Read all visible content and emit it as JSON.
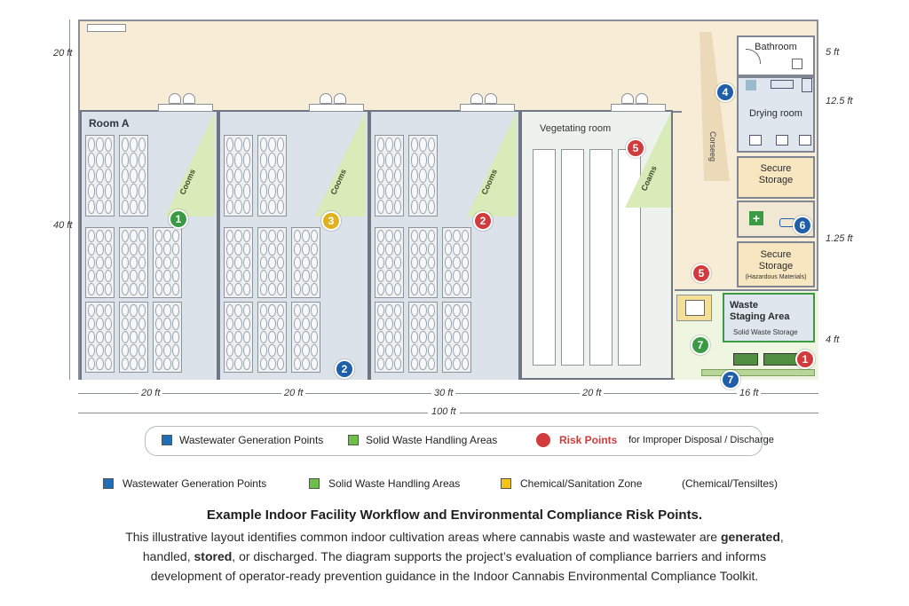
{
  "rooms": {
    "room_a": "Room A",
    "vegetating": "Vegetating room",
    "drying": "Drying room",
    "bathroom": "Bathroom",
    "secure_storage": "Secure\nStorage",
    "secure_storage_2": "Secure\nStorage",
    "hazardous_materials": "(Hazardous Materials)",
    "waste_staging": "Waste\nStaging Area",
    "solid_waste_storage": "Solid Waste Storage",
    "corridor_label": "Corseeg"
  },
  "tri_labels": [
    "Cooms",
    "Cooms",
    "Cooms",
    "Coams"
  ],
  "markers": [
    {
      "n": "1",
      "color": "#3b9b45"
    },
    {
      "n": "3",
      "color": "#e0b21e"
    },
    {
      "n": "2",
      "color": "#d13b3b"
    },
    {
      "n": "5",
      "color": "#d13b3b"
    },
    {
      "n": "2",
      "color": "#1f5ea8"
    },
    {
      "n": "4",
      "color": "#1f5ea8"
    },
    {
      "n": "6",
      "color": "#1f5ea8"
    },
    {
      "n": "5",
      "color": "#d13b3b"
    },
    {
      "n": "7",
      "color": "#3b9b45"
    },
    {
      "n": "1",
      "color": "#d13b3b"
    },
    {
      "n": "7",
      "color": "#1f5ea8"
    }
  ],
  "dimensions": {
    "left": [
      "20 ft",
      "40 ft"
    ],
    "right": [
      "5 ft",
      "12.5 ft",
      "1.25 ft",
      "4 ft"
    ],
    "bottom": [
      "20 ft",
      "20 ft",
      "30 ft",
      "20 ft",
      "16 ft"
    ],
    "total": "100 ft"
  },
  "legend_1": {
    "wastewater": "Wastewater Generation Points",
    "solid": "Solid Waste Handling Areas",
    "risk_bold": "Risk  Points",
    "risk_rest": "for Improper Disposal / Discharge"
  },
  "legend_2": {
    "wastewater": "Wastewater Generation Points",
    "solid": "Solid Waste Handling Areas",
    "chemical": "Chemical/Sanitation Zone",
    "chemical_rest": "(Chemical/Tensiltes)"
  },
  "colors": {
    "blue": "#1f6fb8",
    "green": "#6cc04a",
    "red": "#d13b3b",
    "yellow": "#f2c417"
  },
  "caption": {
    "title": "Example Indoor Facility Workflow and Environmental Compliance Risk Points.",
    "line1_a": "This illustrative layout identifies common indoor cultivation areas where cannabis waste and wastewater are ",
    "line1_b": "generated",
    "line1_c": ",",
    "line2_a": "handled, ",
    "line2_b": "stored",
    "line2_c": ", or discharged. The diagram supports the project’s evaluation of compliance barriers and informs",
    "line3": "development of operator-ready prevention guidance in the Indoor Cannabis Environmental Compliance Toolkit."
  }
}
